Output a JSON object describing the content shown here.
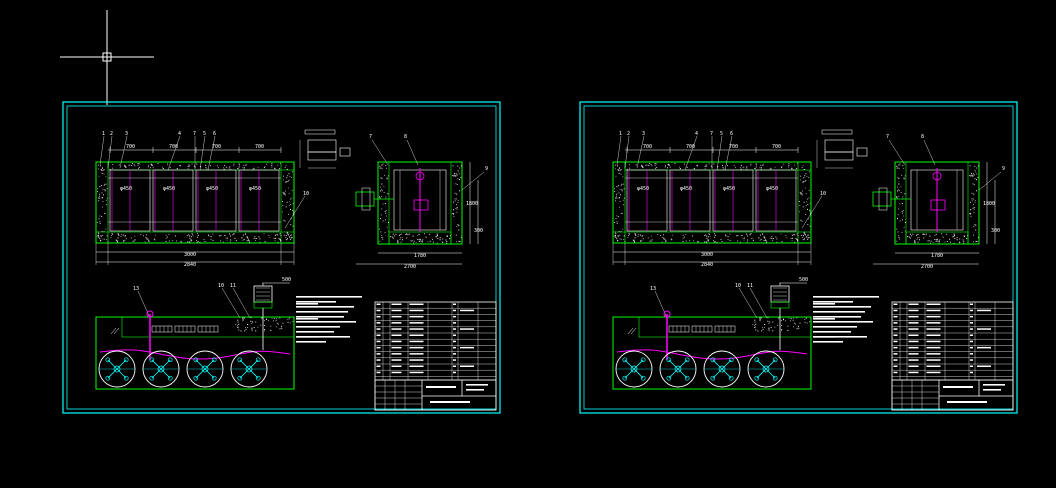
{
  "colors": {
    "background": "#000000",
    "sheet_border": "#00ffff",
    "outline": "#00ff00",
    "dimension": "#ffffff",
    "highlight": "#ff00ff",
    "table": "#ffffff",
    "axis": "#00ffff",
    "crosshair": "#ffffff"
  },
  "drawing": {
    "front_view": {
      "dims_top": [
        "700",
        "700",
        "700",
        "700"
      ],
      "dims_bottom": [
        "3000",
        "2840"
      ],
      "chamber_marks": [
        "φ450",
        "φ450",
        "φ450",
        "φ450"
      ],
      "callouts": [
        "1",
        "2",
        "3",
        "4",
        "5",
        "6",
        "7",
        "10"
      ]
    },
    "side_view": {
      "dims_bottom": [
        "1780",
        "2700"
      ],
      "dims_right": [
        "1800",
        "300"
      ],
      "callouts": [
        "7",
        "8",
        "9"
      ]
    },
    "section_view": {
      "callouts": [
        "13",
        "10",
        "11"
      ],
      "dim_top": "500"
    }
  },
  "sheets": [
    {
      "id": "left"
    },
    {
      "id": "right"
    }
  ]
}
